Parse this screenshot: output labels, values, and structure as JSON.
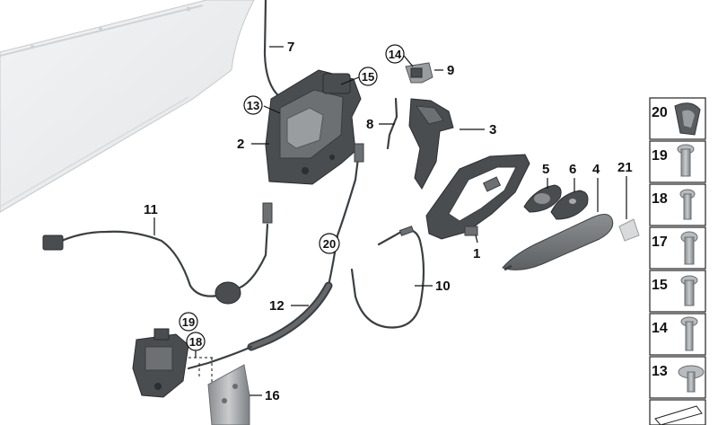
{
  "callouts": [
    {
      "id": "1",
      "text": "1"
    },
    {
      "id": "2",
      "text": "2"
    },
    {
      "id": "3",
      "text": "3"
    },
    {
      "id": "4",
      "text": "4"
    },
    {
      "id": "5",
      "text": "5"
    },
    {
      "id": "6",
      "text": "6"
    },
    {
      "id": "7",
      "text": "7"
    },
    {
      "id": "8",
      "text": "8"
    },
    {
      "id": "9",
      "text": "9"
    },
    {
      "id": "10",
      "text": "10"
    },
    {
      "id": "11",
      "text": "11"
    },
    {
      "id": "12",
      "text": "12"
    },
    {
      "id": "16",
      "text": "16"
    },
    {
      "id": "21",
      "text": "21"
    }
  ],
  "circled_callouts": {
    "c13": "13",
    "c14": "14",
    "c15": "15",
    "c18": "18",
    "c19": "19",
    "c20": "20"
  },
  "fastener_panel": [
    {
      "number": "20",
      "icon": "clip-nut-icon"
    },
    {
      "number": "19",
      "icon": "torx-screw-icon"
    },
    {
      "number": "18",
      "icon": "torx-screw-icon"
    },
    {
      "number": "17",
      "icon": "torx-screw-icon"
    },
    {
      "number": "15",
      "icon": "torx-screw-icon"
    },
    {
      "number": "14",
      "icon": "torx-screw-icon"
    },
    {
      "number": "13",
      "icon": "pan-head-screw-icon"
    },
    {
      "number": "",
      "icon": "shim-plate-icon"
    }
  ]
}
